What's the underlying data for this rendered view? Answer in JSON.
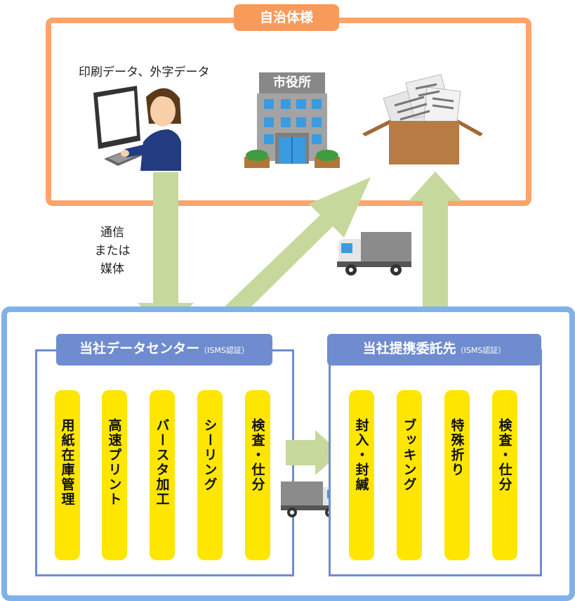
{
  "municipality": {
    "title": "自治体様"
  },
  "labels": {
    "print_data": "印刷データ、外字データ",
    "city_hall": "市役所",
    "transfer_line1": "通信",
    "transfer_line2": "または",
    "transfer_line3": "媒体"
  },
  "data_center": {
    "title": "当社データセンター",
    "cert": "（ISMS認証）",
    "processes": [
      "用紙在庫管理",
      "高速プリント",
      "バースタ加工",
      "シーリング",
      "検査・仕分"
    ]
  },
  "partner": {
    "title": "当社提携委託先",
    "cert": "（ISMS認証）",
    "processes": [
      "封入・封緘",
      "ブッキング",
      "特殊折り",
      "検査・仕分"
    ]
  },
  "colors": {
    "top_frame": "#fba46b",
    "top_header": "#f79a5a",
    "bottom_frame": "#7fb2ea",
    "sub_header": "#6f8cd0",
    "process_bar": "#ffe600",
    "arrow": "#c6d89c"
  }
}
